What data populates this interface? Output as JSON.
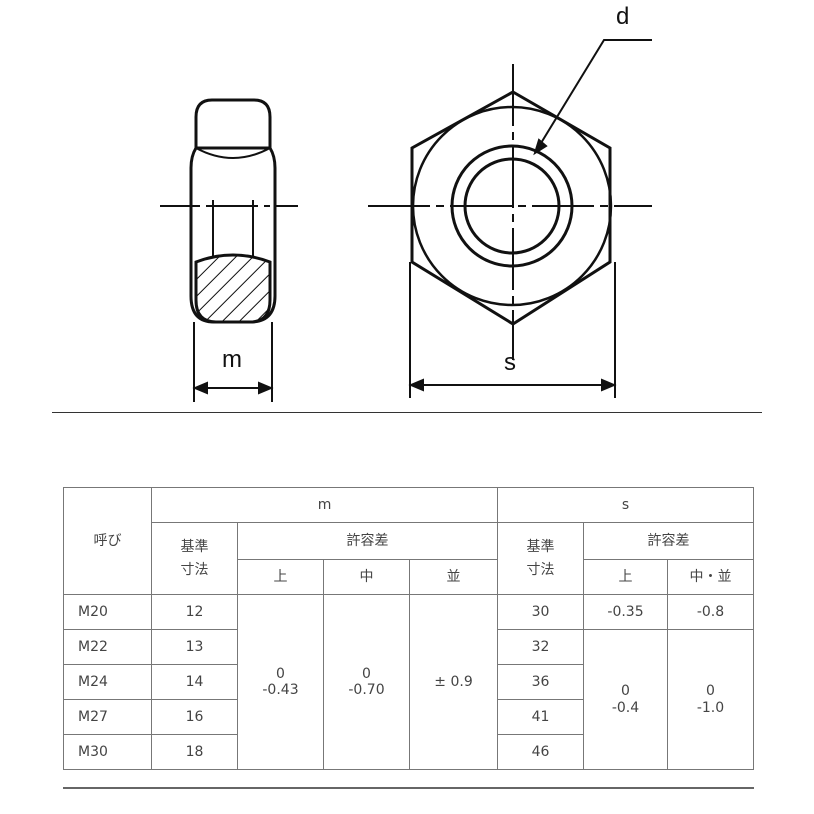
{
  "dimension_labels": {
    "m": "m",
    "s": "s",
    "d": "d"
  },
  "table": {
    "col_name_header": "呼び",
    "group_m": "m",
    "group_s": "s",
    "base_top": "基準",
    "base_bottom": "寸法",
    "tolerance": "許容差",
    "sub_upper": "上",
    "sub_mid": "中",
    "sub_ord": "並",
    "sub_mid_ord": "中・並",
    "rows": [
      {
        "name": "M20",
        "m": "12",
        "s": "30"
      },
      {
        "name": "M22",
        "m": "13",
        "s": "32"
      },
      {
        "name": "M24",
        "m": "14",
        "s": "36"
      },
      {
        "name": "M27",
        "m": "16",
        "s": "41"
      },
      {
        "name": "M30",
        "m": "18",
        "s": "46"
      }
    ],
    "m_tol_upper": {
      "top": "0",
      "bottom": "-0.43"
    },
    "m_tol_mid": {
      "top": "0",
      "bottom": "-0.70"
    },
    "m_tol_ord": "± 0.9",
    "s_tol_first_upper": "-0.35",
    "s_tol_first_mid_ord": "-0.8",
    "s_tol_upper": {
      "top": "0",
      "bottom": "-0.4"
    },
    "s_tol_mid_ord": {
      "top": "0",
      "bottom": "-1.0"
    }
  }
}
